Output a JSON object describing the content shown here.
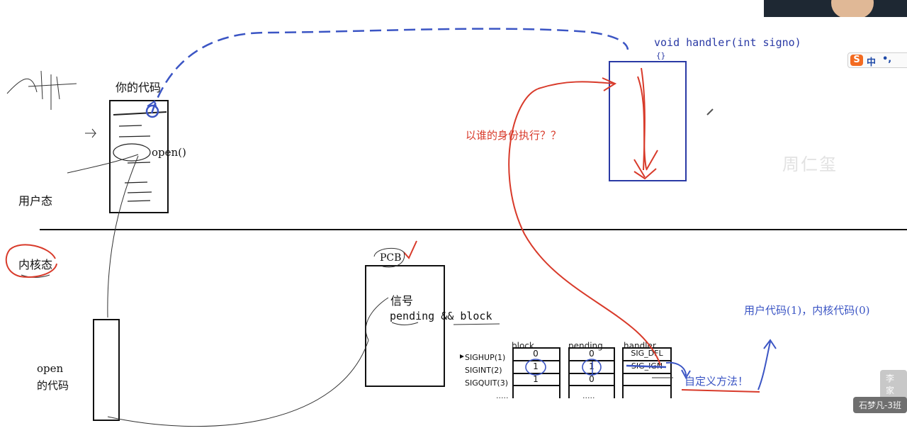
{
  "labels": {
    "your_code": "你的代码",
    "open_call": "open()",
    "user_mode": "用户态",
    "kernel_mode": "内核态",
    "open_code_line1": "open",
    "open_code_line2": "的代码",
    "pcb": "PCB",
    "signal": "信号",
    "pending_block": "pending && block",
    "handler_sig": "void handler(int signo)",
    "handler_brace": "{}",
    "who_executes": "以谁的身份执行？？",
    "user_kernel_code": "用户代码(1)，内核代码(0)",
    "custom_method": "自定义方法！",
    "watermark": "周仁玺"
  },
  "signal_table": {
    "headers": {
      "block": "block",
      "pending": "pending",
      "handler": "handler"
    },
    "rows": [
      {
        "name": "SIGHUP(1)",
        "block": "0",
        "pending": "0",
        "handler": "SIG_DFL"
      },
      {
        "name": "SIGINT(2)",
        "block": "1",
        "pending": "1",
        "handler": "SIG_IGN"
      },
      {
        "name": "SIGQUIT(3)",
        "block": "1",
        "pending": "0",
        "handler": ""
      }
    ],
    "ellipsis": "....."
  },
  "overlay": {
    "ime_icon": "S",
    "ime_mode": "中",
    "ime_punct": "•,",
    "viewer1": "李家阳",
    "viewer2": "石梦凡-3班"
  },
  "colors": {
    "red_ink": "#d83a2a",
    "blue_ink": "#3b55c4",
    "black_ink": "#111111"
  }
}
